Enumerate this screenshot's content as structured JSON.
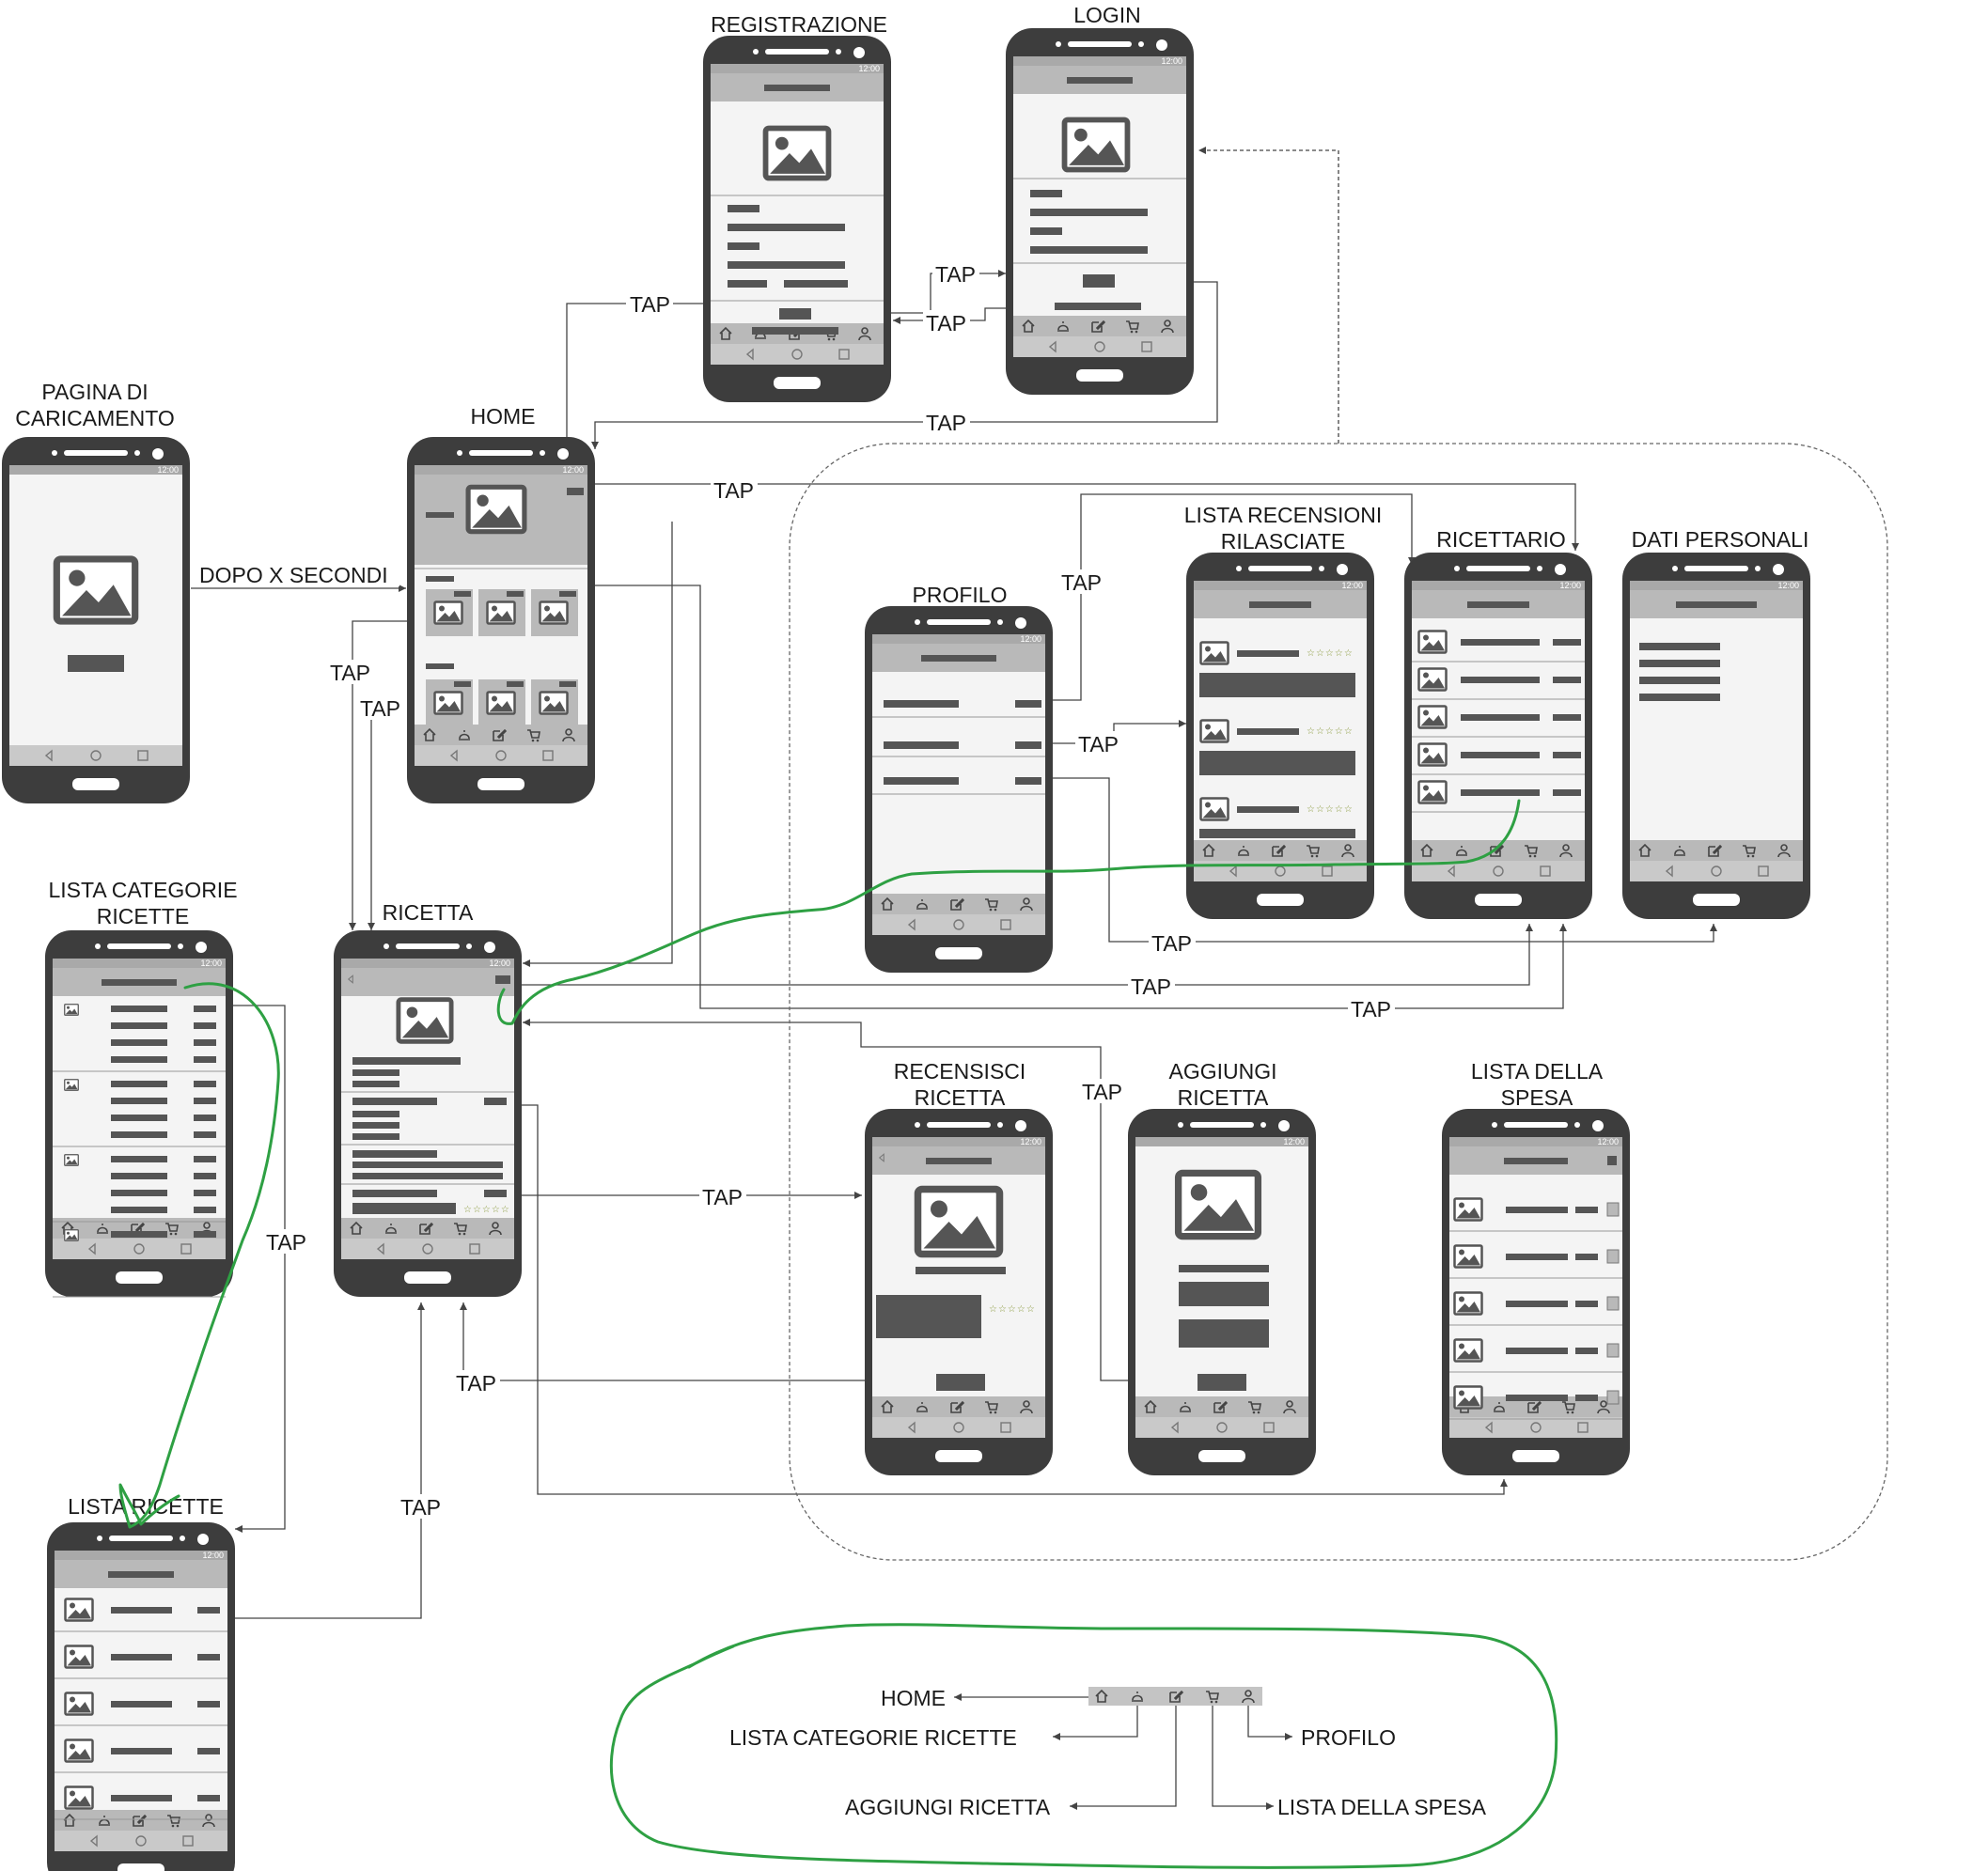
{
  "screens": {
    "caricamento": "PAGINA DI CARICAMENTO",
    "caricamento_l1": "PAGINA DI",
    "caricamento_l2": "CARICAMENTO",
    "home": "HOME",
    "registrazione": "REGISTRAZIONE",
    "login": "LOGIN",
    "lista_categorie_l1": "LISTA CATEGORIE",
    "lista_categorie_l2": "RICETTE",
    "ricetta": "RICETTA",
    "lista_ricette": "LISTA RICETTE",
    "profilo": "PROFILO",
    "lista_recensioni_l1": "LISTA RECENSIONI",
    "lista_recensioni_l2": "RILASCIATE",
    "ricettario": "RICETTARIO",
    "dati_personali": "DATI PERSONALI",
    "recensisci_l1": "RECENSISCI",
    "recensisci_l2": "RICETTA",
    "aggiungi_l1": "AGGIUNGI",
    "aggiungi_l2": "RICETTA",
    "spesa_l1": "LISTA DELLA",
    "spesa_l2": "SPESA"
  },
  "transitions": {
    "timer": "DOPO X SECONDI",
    "tap": "TAP"
  },
  "status_time": "12:00",
  "rating_stars": "☆☆☆☆☆",
  "legend": {
    "home": "HOME",
    "categorie": "LISTA CATEGORIE RICETTE",
    "aggiungi": "AGGIUNGI RICETTA",
    "spesa": "LISTA DELLA SPESA",
    "profilo": "PROFILO"
  },
  "colors": {
    "phone_body": "#3d3d3d",
    "screen_bg": "#f4f4f4",
    "bar_gray": "#b9b9b9",
    "block_dark": "#555555",
    "annotation_green": "#2ea043",
    "connector": "#444444"
  }
}
